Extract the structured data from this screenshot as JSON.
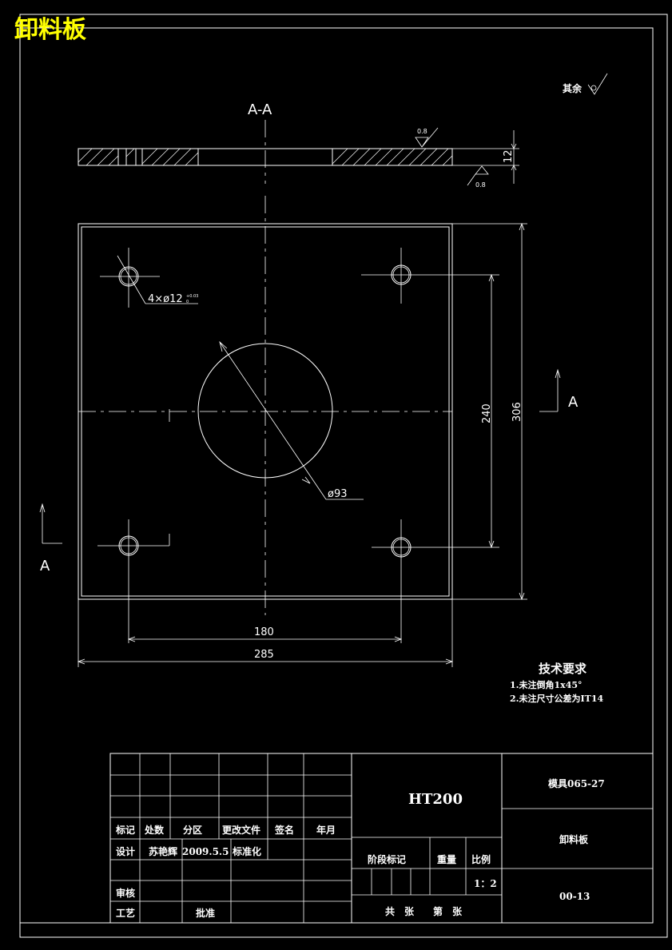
{
  "drawing_title": "卸料板",
  "roughness_note": {
    "label": "其余"
  },
  "section_label": "A-A",
  "roughness_values": [
    "0.8",
    "0.8"
  ],
  "dimensions": {
    "thickness": "12",
    "hole_spec": "4×ø12",
    "hole_tol_upper": "+0.03",
    "hole_tol_lower": "0",
    "center_bore": "ø93",
    "hole_spacing_v": "240",
    "plate_height": "306",
    "hole_spacing_h": "180",
    "plate_width": "285"
  },
  "view_marks": {
    "right": "A",
    "left": "A"
  },
  "tech_requirements": {
    "heading": "技术要求",
    "items": [
      "1.未注倒角1x45°",
      "2.未注尺寸公差为IT14"
    ]
  },
  "title_block": {
    "row_labels": [
      "标记",
      "处数",
      "分区",
      "更改文件",
      "签名",
      "年月"
    ],
    "design_label": "设计",
    "designer": "苏艳辉",
    "date": "2009.5.5",
    "standardize_label": "标准化",
    "review_label": "审核",
    "process_label": "工艺",
    "approve_label": "批准",
    "material": "HT200",
    "stage_label": "阶段标记",
    "weight_label": "重量",
    "scale_label": "比例",
    "scale": "1：2",
    "sheets": "共　张　　第　张",
    "mold_no": "模具065-27",
    "part_name": "卸料板",
    "drawing_no": "00-13"
  }
}
